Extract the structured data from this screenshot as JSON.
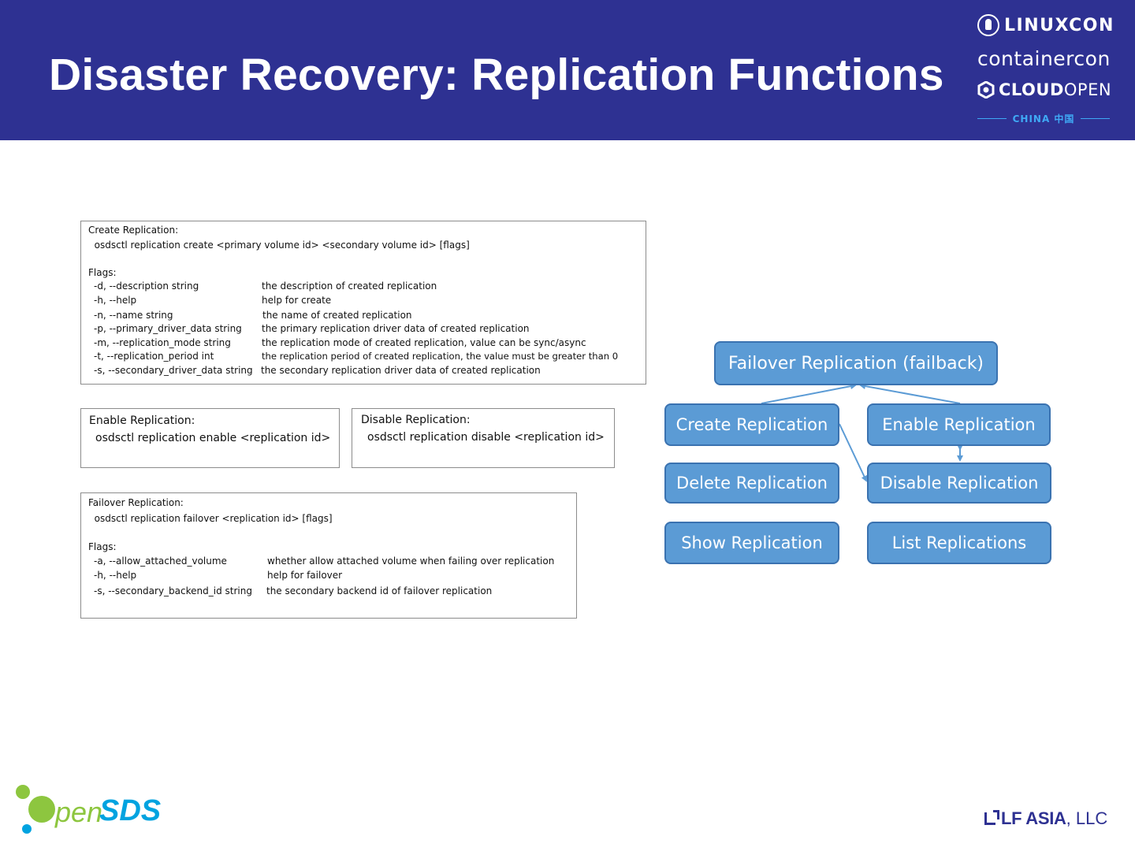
{
  "header": {
    "title": "Disaster Recovery: Replication Functions",
    "brands": {
      "linuxcon": "LINUXCON",
      "containercon": "containercon",
      "cloudopen_bold": "CLOUD",
      "cloudopen_light": "OPEN",
      "region": "CHINA 中国"
    },
    "colors": {
      "background": "#2e3192",
      "text": "#ffffff",
      "accent": "#3fa9f5"
    }
  },
  "create_box": {
    "lines": [
      "Create Replication:",
      "  osdsctl replication create <primary volume id> <secondary volume id> [flags]",
      "Flags:"
    ],
    "flags": [
      {
        "flag": "-d, --description string",
        "desc": "the description of created replication"
      },
      {
        "flag": "-h, --help",
        "desc": "help for create"
      },
      {
        "flag": "-n, --name string",
        "desc": "the name of created replication"
      },
      {
        "flag": "-p, --primary_driver_data string",
        "desc": "the primary replication driver data of created replication"
      },
      {
        "flag": "-m, --replication_mode string",
        "desc": "the replication mode of created replication, value can be sync/async"
      },
      {
        "flag": "-t, --replication_period int",
        "desc": "the replication period of created replication, the value must be greater than 0"
      },
      {
        "flag": "-s, --secondary_driver_data string",
        "desc": "the secondary replication driver data of created replication"
      }
    ]
  },
  "enable_box": {
    "title": "Enable Replication:",
    "command": "osdsctl replication enable <replication id>"
  },
  "disable_box": {
    "title": "Disable Replication:",
    "command": "osdsctl replication disable <replication id>"
  },
  "failover_box": {
    "lines": [
      "Failover Replication:",
      "  osdsctl replication failover <replication id> [flags]",
      "Flags:"
    ],
    "flags": [
      {
        "flag": "-a, --allow_attached_volume",
        "desc": "whether allow attached volume when failing over replication"
      },
      {
        "flag": "-h, --help",
        "desc": "help for failover"
      },
      {
        "flag": "-s, --secondary_backend_id string",
        "desc": "the secondary backend id of failover replication"
      }
    ]
  },
  "diagram": {
    "nodes": {
      "failover": "Failover Replication (failback)",
      "create": "Create Replication",
      "enable": "Enable Replication",
      "delete": "Delete Replication",
      "disable": "Disable Replication",
      "show": "Show Replication",
      "list": "List Replications"
    },
    "colors": {
      "fill": "#5b9bd5",
      "border": "#3a72b0",
      "text": "#ffffff"
    }
  },
  "footer": {
    "opensds_pen": "pen",
    "opensds_sds": "SDS",
    "lf_bold": "LF ASIA",
    "lf_light": ", LLC"
  }
}
